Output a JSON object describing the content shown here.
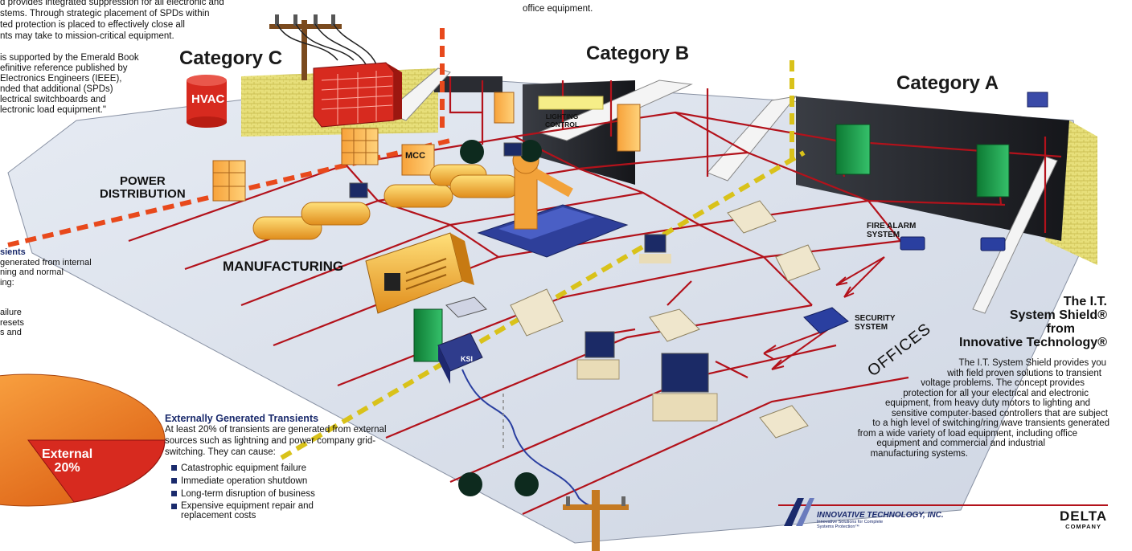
{
  "intro": {
    "lines": [
      "d provides integrated suppression for all electronic and",
      "stems. Through strategic placement of SPDs within",
      "ted protection is placed to effectively close all",
      "nts may take to mission-critical equipment."
    ],
    "quote_lines": [
      "is supported by the Emerald Book",
      "efinitive reference published by",
      "Electronics Engineers (IEEE),",
      "nded that additional (SPDs)",
      "lectrical switchboards and",
      "lectronic load equipment.\""
    ]
  },
  "top_caption": "office equipment.",
  "categories": {
    "c": "Category C",
    "b": "Category B",
    "a": "Category A"
  },
  "labels": {
    "hvac": "HVAC",
    "power_distribution_1": "POWER",
    "power_distribution_2": "DISTRIBUTION",
    "manufacturing": "MANUFACTURING",
    "mcc": "MCC",
    "lighting_control_1": "LIGHTING",
    "lighting_control_2": "CONTROL",
    "fire_alarm_1": "FIRE ALARM",
    "fire_alarm_2": "SYSTEM",
    "security_1": "SECURITY",
    "security_2": "SYSTEM",
    "offices": "OFFICES",
    "ksi": "KSI"
  },
  "internal": {
    "heading": "sients",
    "lines": [
      "generated from internal",
      "ning and normal",
      "ing:"
    ],
    "effects": [
      "ailure",
      "resets",
      "s and"
    ]
  },
  "pie": {
    "label": "External",
    "value_label": "20%",
    "external_percent": 20
  },
  "external": {
    "heading": "Externally Generated Transients",
    "lines": [
      "At least 20% of transients are generated from external",
      "sources such as lightning and power company grid-",
      "switching. They can cause:"
    ],
    "effects": [
      "Catastrophic equipment failure",
      "Immediate operation shutdown",
      "Long-term disruption of business",
      "Expensive equipment repair and",
      "replacement costs"
    ]
  },
  "shield": {
    "title_lines": [
      "The I.T.",
      "System Shield®",
      "from",
      "Innovative Technology®"
    ],
    "body_lines": [
      "The I.T. System Shield provides you",
      "with field proven solutions to transient",
      "voltage problems. The concept provides",
      "protection for all your electrical and electronic",
      "equipment, from heavy duty motors to lighting and",
      "sensitive computer-based controllers that are subject",
      "to a high level of switching/ring wave transients generated",
      "from a wide variety of load equipment, including office",
      "equipment and commercial and industrial",
      "manufacturing systems."
    ]
  },
  "footer": {
    "company": "INNOVATIVE TECHNOLOGY, INC.",
    "tagline_1": "Innovative Solutions for Complete",
    "tagline_2": "Systems Protection™",
    "delta": "DELTA",
    "delta_sub": "COMPANY"
  },
  "colors": {
    "wire_red": "#b3121b",
    "floor": "#dde3ee",
    "wall_dark": "#222428",
    "equipment_yellow": "#f2b53a",
    "panel_red": "#d72a1f",
    "panel_green": "#16a14a",
    "navy": "#1a2a6c",
    "dash_orange": "#e8491c",
    "dash_yellow": "#d9c21a"
  }
}
